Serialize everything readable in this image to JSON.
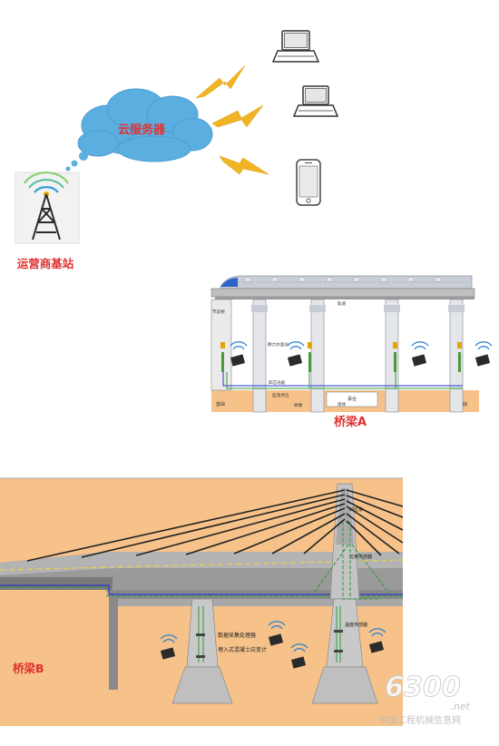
{
  "top": {
    "cloud_label": "云服务器",
    "tower_label": "运营商基站"
  },
  "bridge_a": {
    "title": "桥梁A",
    "labels": {
      "l1": "节段桥",
      "l2": "静力水准仪",
      "l3": "轨道",
      "l4": "四芯光缆",
      "l5": "梁体",
      "l6": "承台",
      "l7": "基础",
      "l8": "桥墩",
      "l9": "监测点位"
    }
  },
  "bridge_b": {
    "title": "桥梁B",
    "labels": {
      "l1": "数据采集处理器",
      "l2": "埋入式混凝土应变计",
      "l3": "温度传感器",
      "l4": "斜拉索",
      "l5": "拉索传感器"
    }
  },
  "watermark": {
    "logo": "6300",
    "net": ".net",
    "caption": "中国工程机械信息网"
  },
  "colors": {
    "cloud": "#5aaee0",
    "cloud_text": "#e53030",
    "lightning": "#f0b424",
    "title_red": "#e03030",
    "ground": "#f6c28a",
    "deck_gray": "#8e8e8e",
    "cable_blue": "#2a36c8",
    "cable_green": "#2e9a3a"
  }
}
